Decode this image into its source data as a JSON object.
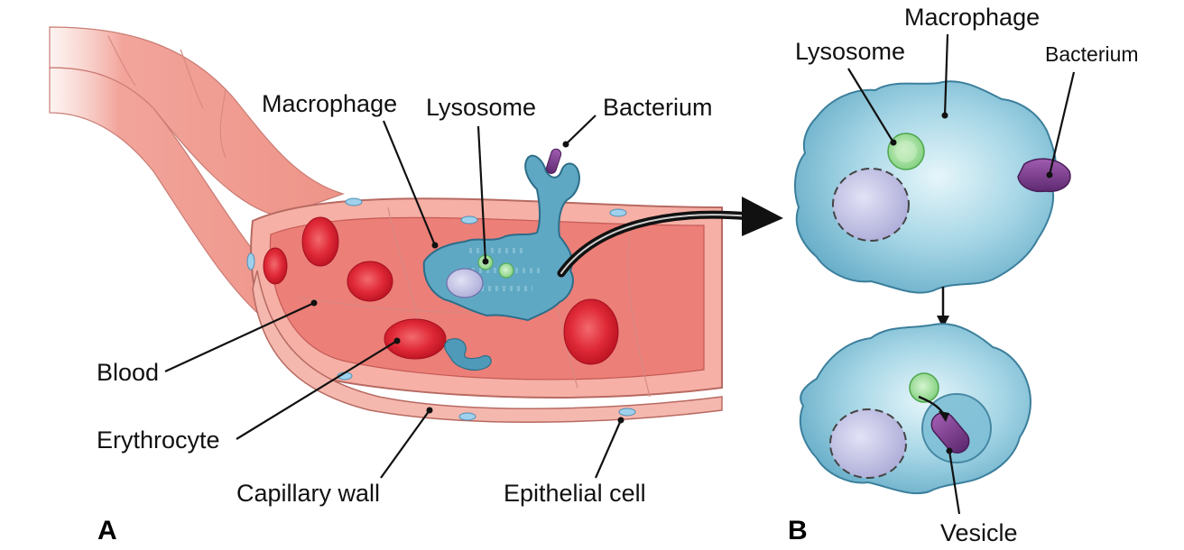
{
  "panel_a": {
    "letter": "A",
    "labels": {
      "macrophage": "Macrophage",
      "lysosome": "Lysosome",
      "bacterium": "Bacterium",
      "blood": "Blood",
      "erythrocyte": "Erythrocyte",
      "capillary_wall": "Capillary wall",
      "epithelial_cell": "Epithelial cell"
    }
  },
  "panel_b": {
    "letter": "B",
    "labels": {
      "macrophage": "Macrophage",
      "lysosome": "Lysosome",
      "bacterium": "Bacterium",
      "vesicle": "Vesicle"
    }
  },
  "colors": {
    "vessel": "#f2a49b",
    "vessel_inner": "#e9736f",
    "erythrocyte": "#e8323f",
    "macrophage": "#5fa8c4",
    "macrophage_light": "#b9e2ee",
    "lysosome": "#8fd38a",
    "bacterium": "#7a3a8a",
    "nucleus": "#c9c8ea"
  }
}
